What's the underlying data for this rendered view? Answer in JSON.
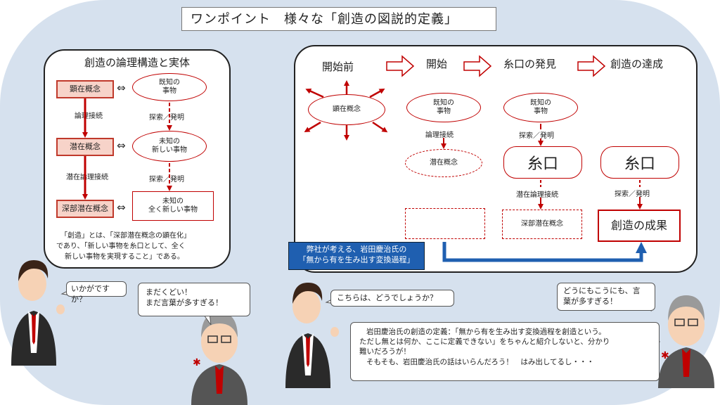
{
  "title": "ワンポイント　様々な「創造の図説的定義」",
  "left_panel": {
    "heading": "創造の論理構造と実体",
    "concepts": [
      "顕在概念",
      "潜在概念",
      "深部潜在概念"
    ],
    "equiv_symbol": "⇔",
    "entities": [
      "既知の\n事物",
      "未知の\n新しい事物",
      "未知の\n全く新しい事物"
    ],
    "left_links": [
      "論理接続",
      "潜在論理接続"
    ],
    "right_links": [
      "探索／発明",
      "探索／発明"
    ],
    "definition": [
      "「創造」とは、「深部潜在概念の顕在化」",
      "であり、「新しい事物を糸口として、全く",
      "新しい事物を実現すること」である。"
    ]
  },
  "right_panel": {
    "stages": [
      "開始前",
      "開始",
      "糸口の発見",
      "創造の達成"
    ],
    "col1": {
      "concept": "顕在概念"
    },
    "col2": {
      "known": "既知の\n事物",
      "link": "論理接続",
      "concept": "潜在概念"
    },
    "col3": {
      "known": "既知の\n事物",
      "link1": "探索／発明",
      "clue": "糸口",
      "link2": "潜在論理接続",
      "concept": "深部潜在概念"
    },
    "col4": {
      "clue": "糸口",
      "link": "探索／発明",
      "result": "創造の成果"
    },
    "blue_note": [
      "弊社が考える、岩田慶治氏の",
      "「無から有を生み出す変換過程」"
    ]
  },
  "dialogue": {
    "left_young": "いかがですか？",
    "left_old": [
      "まだくどい！",
      "まだ言葉が多すぎる！"
    ],
    "right_young": "こちらは、どうでしょうか？",
    "right_old": [
      "どうにもこうにも、言",
      "葉が多すぎる！"
    ],
    "right_long": [
      "岩田慶治氏の創造の定義：「無から有を生み出す変換過程を創造という。",
      "ただし無とは何か、ここに定義できない」をちゃんと紹介しないと、分かり",
      "難いだろうが！",
      "そもそも、岩田慶治氏の話はいらんだろう！　はみ出してるし・・・"
    ]
  },
  "colors": {
    "background": "#d6e1ee",
    "accent_red": "#c00000",
    "concept_fill": "#f7d3c9",
    "blue": "#1f5fb0"
  }
}
